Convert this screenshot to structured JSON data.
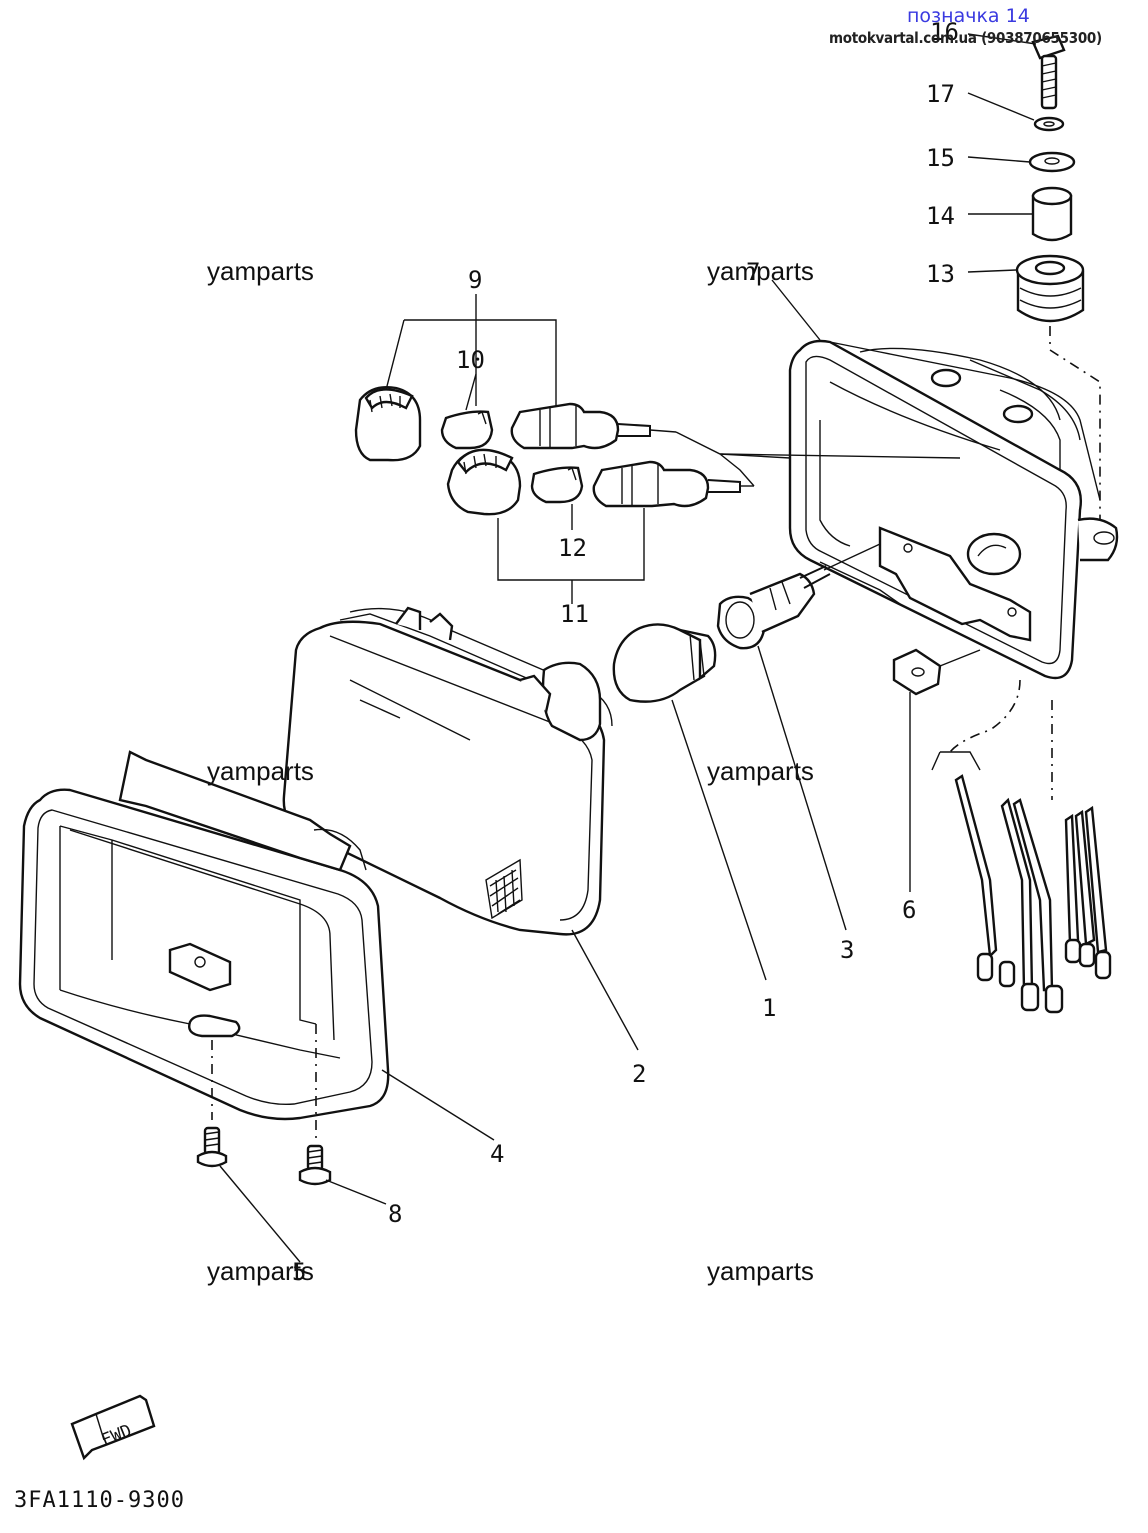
{
  "header": {
    "label": "позначка 14",
    "site": "motokvartal.com.ua (903870655300)"
  },
  "watermarks": [
    "yamparts",
    "yamparts",
    "yamparts",
    "yamparts",
    "yamparts",
    "yamparts"
  ],
  "diagram_code": "3FA1110-9300",
  "fwd_label": "FWD",
  "callouts": [
    "1",
    "2",
    "3",
    "4",
    "5",
    "6",
    "7",
    "8",
    "9",
    "10",
    "11",
    "12",
    "13",
    "14",
    "15",
    "16",
    "17"
  ],
  "parts": [
    {
      "ref": "1",
      "name": "bulb"
    },
    {
      "ref": "2",
      "name": "headlight-unit"
    },
    {
      "ref": "3",
      "name": "bulb-socket"
    },
    {
      "ref": "4",
      "name": "headlight-rim"
    },
    {
      "ref": "5",
      "name": "screw"
    },
    {
      "ref": "6",
      "name": "nut"
    },
    {
      "ref": "7",
      "name": "headlight-body"
    },
    {
      "ref": "8",
      "name": "screw"
    },
    {
      "ref": "9",
      "name": "socket-assy"
    },
    {
      "ref": "10",
      "name": "bulb"
    },
    {
      "ref": "11",
      "name": "socket-assy"
    },
    {
      "ref": "12",
      "name": "bulb"
    },
    {
      "ref": "13",
      "name": "damper"
    },
    {
      "ref": "14",
      "name": "collar"
    },
    {
      "ref": "15",
      "name": "washer"
    },
    {
      "ref": "16",
      "name": "bolt"
    },
    {
      "ref": "17",
      "name": "lock-washer"
    }
  ]
}
